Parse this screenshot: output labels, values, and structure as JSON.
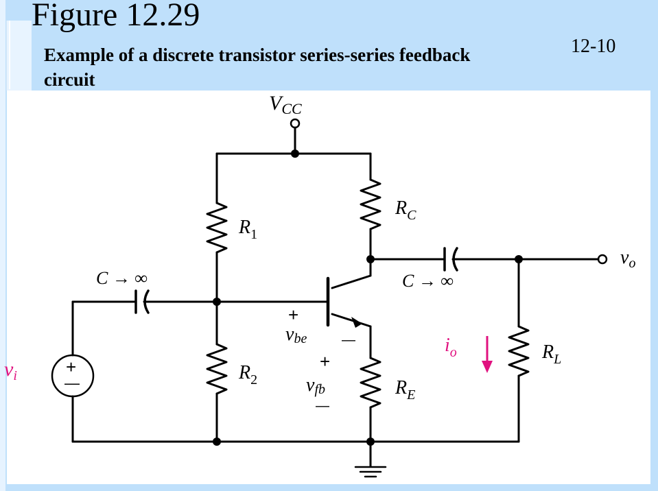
{
  "header": {
    "figure_title": "Figure 12.29",
    "subtitle": "Example of a discrete transistor series-series feedback circuit",
    "slide_number": "12-10"
  },
  "circuit": {
    "vcc": {
      "main": "V",
      "sub": "CC"
    },
    "r1": {
      "main": "R",
      "sub": "1"
    },
    "r2": {
      "main": "R",
      "sub": "2"
    },
    "rc": {
      "main": "R",
      "sub": "C"
    },
    "re": {
      "main": "R",
      "sub": "E"
    },
    "rl": {
      "main": "R",
      "sub": "L"
    },
    "c_in": "C → ∞",
    "c_out": "C → ∞",
    "vi": {
      "main": "v",
      "sub": "i"
    },
    "vo": {
      "main": "v",
      "sub": "o"
    },
    "io": {
      "main": "i",
      "sub": "o"
    },
    "vbe": {
      "main": "v",
      "sub": "be",
      "plus": "+",
      "minus": "—"
    },
    "vfb": {
      "main": "v",
      "sub": "fb",
      "plus": "+",
      "minus": "—"
    },
    "source_plus": "+",
    "source_minus": "—"
  },
  "colors": {
    "background": "#bfe0fb",
    "panel": "#ffffff",
    "wire": "#000000",
    "accent": "#e0117f"
  }
}
